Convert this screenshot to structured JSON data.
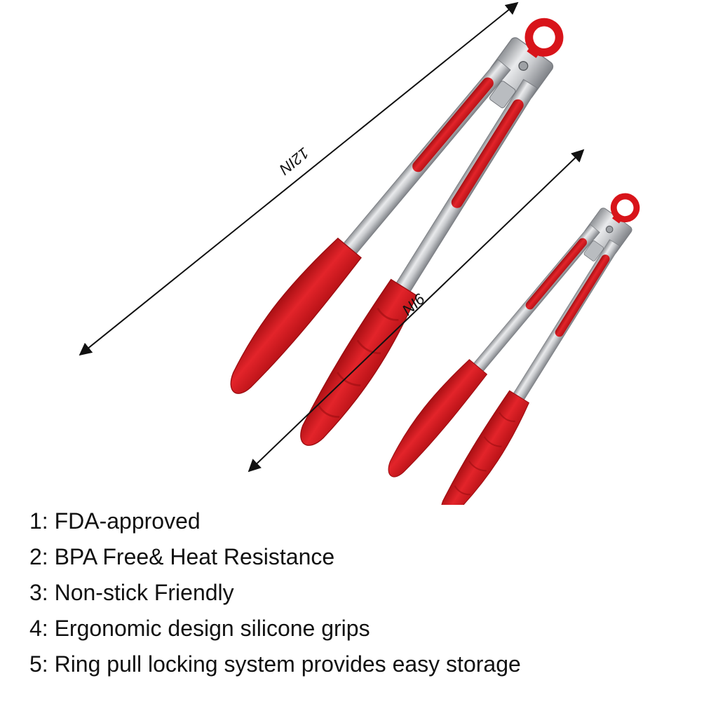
{
  "dimensions": {
    "large": "12IN",
    "small": "9IN"
  },
  "colors": {
    "silicone_red": "#d8141a",
    "steel": "#c4c6c9",
    "ink": "#111111"
  },
  "icons": {
    "product": "kitchen-tongs-icon",
    "measure": "double-arrow-icon"
  },
  "features": [
    "1: FDA-approved",
    "2: BPA Free& Heat Resistance",
    "3: Non-stick Friendly",
    "4: Ergonomic design silicone grips",
    "5: Ring pull locking system provides easy storage"
  ]
}
